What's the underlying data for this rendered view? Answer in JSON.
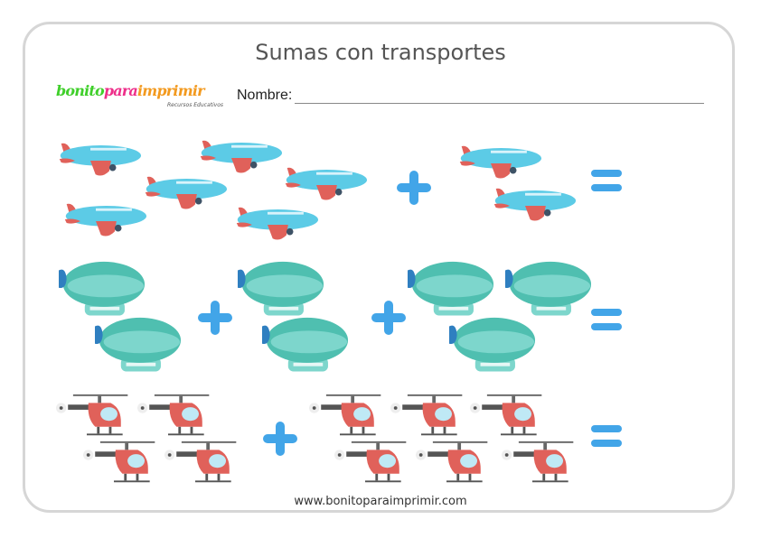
{
  "title": "Sumas con transportes",
  "logo": {
    "part1": "bonito",
    "part2": "para",
    "part3": "imprimir",
    "subtitle": "Recursos Educativos"
  },
  "name_label": "Nombre:",
  "rows": [
    {
      "item": "airplane",
      "groups": [
        6,
        2
      ]
    },
    {
      "item": "blimp",
      "groups": [
        2,
        2,
        3
      ]
    },
    {
      "item": "helicopter",
      "groups": [
        4,
        6
      ]
    }
  ],
  "colors": {
    "accent": "#42a5e8",
    "plane": "#5ccbe6",
    "red": "#e0615a",
    "blimp": "#4fbfb0"
  },
  "footer": "www.bonitoparaimprimir.com"
}
